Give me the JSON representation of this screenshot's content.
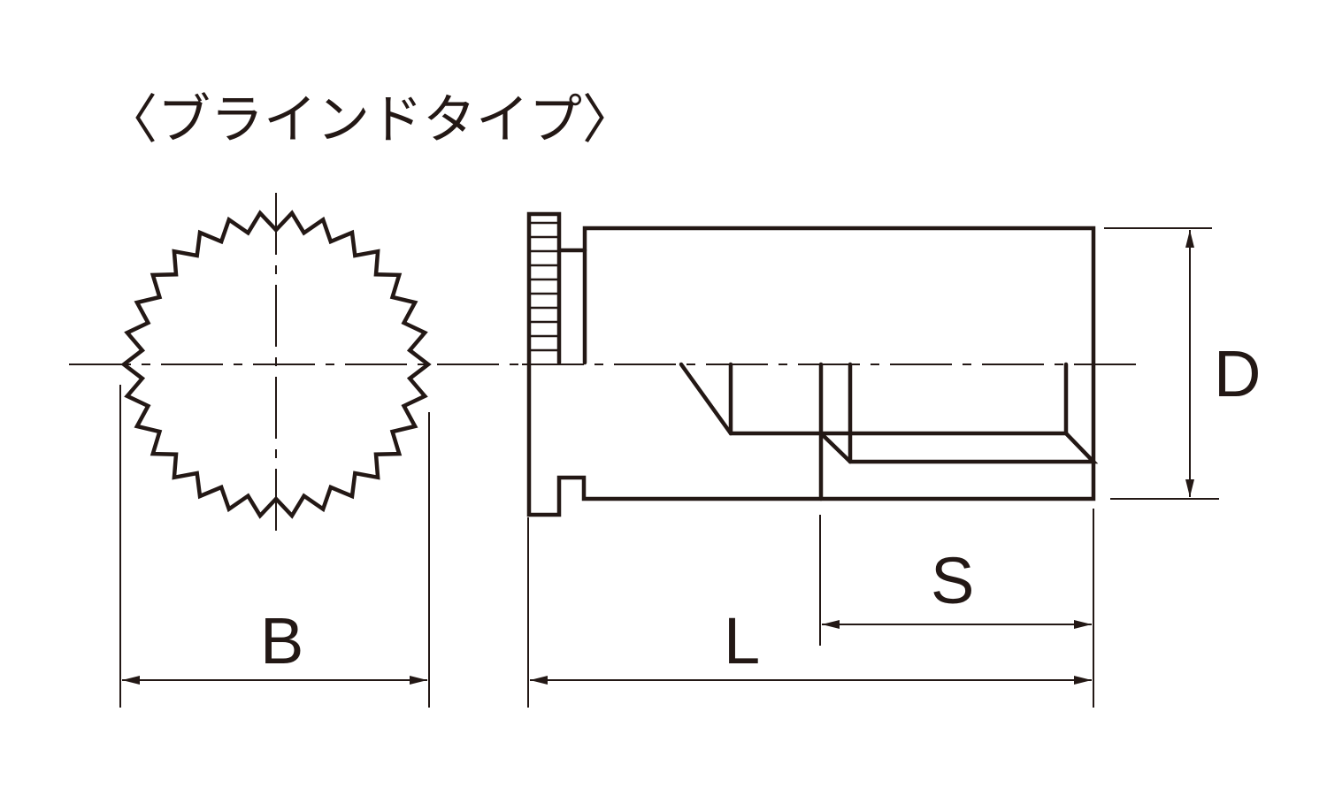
{
  "title": "〈ブラインドタイプ〉",
  "dimensions": {
    "B": "B",
    "L": "L",
    "S": "S",
    "D": "D"
  },
  "colors": {
    "line": "#231815"
  },
  "end_view": {
    "serration_teeth": 30
  }
}
